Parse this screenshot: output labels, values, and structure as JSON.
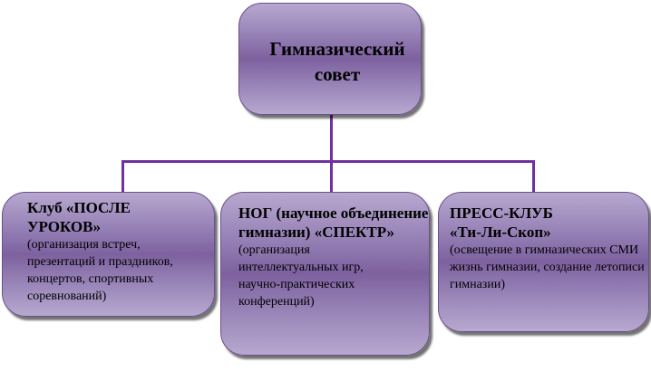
{
  "root": {
    "title": "Гимназический совет"
  },
  "children": [
    {
      "title": "Клуб «ПОСЛЕ УРОКОВ»",
      "description": "(организация встреч, презентаций и праздников, концертов, спортивных соревнований)"
    },
    {
      "title": "НОГ (научное объединение гимназии) «СПЕКТР»",
      "description": "(организация интеллектуальных игр, научно-практических конференций)"
    },
    {
      "title": "ПРЕСС-КЛУБ «Ти-Ли-Скоп»",
      "description": "(освещение в гимназических СМИ жизнь гимназии, создание летописи гимназии)"
    }
  ],
  "colors": {
    "connector": "#7030a0",
    "box_mid": "#7d619f",
    "box_light": "#b7a8cf"
  }
}
